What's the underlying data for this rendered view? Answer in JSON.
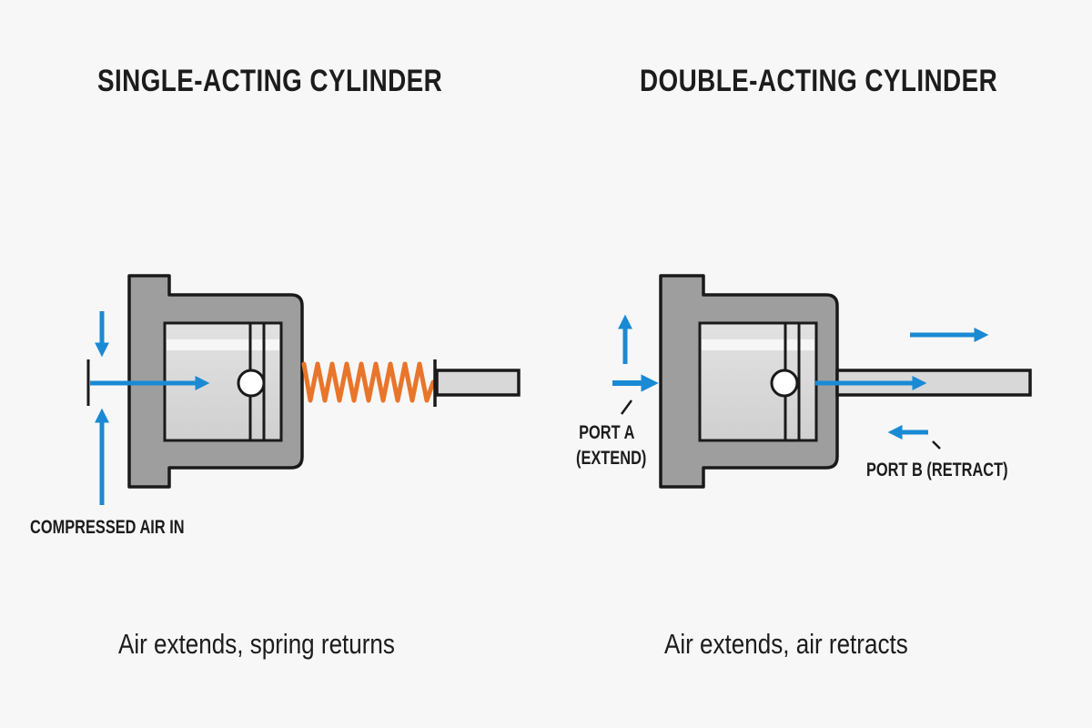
{
  "colors": {
    "air_flow": "#1a8ad4",
    "spring": "#e8752a",
    "body": "#9e9e9e",
    "bore": "#d8d8d8",
    "outline": "#1a1a1a",
    "background": "#f7f7f7"
  },
  "panels": [
    {
      "id": "single",
      "title": "SINGLE-ACTING CYLINDER",
      "caption": "Air extends, spring returns",
      "labels": {
        "inlet": "COMPRESSED AIR IN"
      },
      "components": [
        "cylinder-body",
        "piston",
        "return-spring",
        "piston-rod",
        "air-inlet-port"
      ]
    },
    {
      "id": "double",
      "title": "DOUBLE-ACTING CYLINDER",
      "caption": "Air extends, air retracts",
      "labels": {
        "port_a_line1": "PORT A",
        "port_a_line2": "(EXTEND)",
        "port_b": "PORT B (RETRACT)"
      },
      "components": [
        "cylinder-body",
        "piston",
        "piston-rod",
        "port-a",
        "port-b"
      ]
    }
  ]
}
